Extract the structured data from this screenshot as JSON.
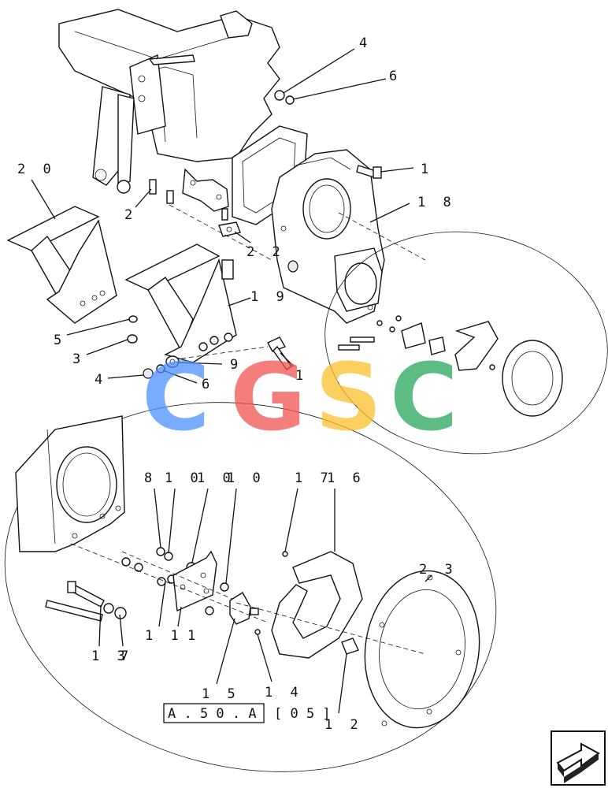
{
  "callouts": {
    "c4_top": "4",
    "c6_top": "6",
    "c1_top": "1",
    "c20": "2 0",
    "c18": "1 8",
    "c2": "2",
    "c22": "2 2",
    "c19": "1 9",
    "c5": "5",
    "c3": "3",
    "c9": "9",
    "c1_mid": "1",
    "c4_bot": "4",
    "c6_bot": "6",
    "c8": "8",
    "c10a": "1 0",
    "c10b": "1 0",
    "c10c": "1 0",
    "c17": "1 7",
    "c16": "1 6",
    "c23": "2 3",
    "c11a": "1 1",
    "c11b": "1",
    "c13": "1 3",
    "c7": "7",
    "c15": "1 5",
    "c14": "1 4",
    "c12": "1 2"
  },
  "reference": {
    "code": "A . 5 0 . A",
    "bracket": "[ 0 5 ]"
  },
  "watermark": {
    "letters": [
      "C",
      "G",
      "S",
      "C"
    ],
    "colors": [
      "#4d90fe",
      "#ef5350",
      "#fbc02d",
      "#26a65b"
    ]
  },
  "nav_icon": "next-page-arrow-icon"
}
